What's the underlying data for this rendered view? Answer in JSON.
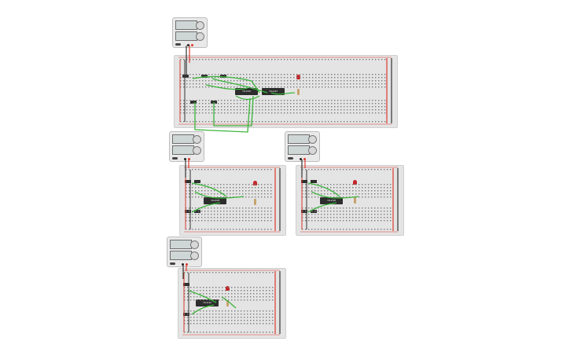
{
  "canvas": {
    "background": "#ffffff",
    "breadboard_color": "#e4e4e4",
    "rail_red": "#d93a2e",
    "rail_black": "#333333",
    "wire_green": "#3cb43c",
    "led_red": "#c4282a"
  },
  "circuits": [
    {
      "id": "circuit-1",
      "supply": {
        "lcd_icon": "lcd-display-icon",
        "knob_icon": "knob-icon"
      },
      "chips": [
        {
          "label": "74HC00"
        },
        {
          "label": "74HC32"
        }
      ],
      "has_led": true
    },
    {
      "id": "circuit-2",
      "supply": {
        "lcd_icon": "lcd-display-icon",
        "knob_icon": "knob-icon"
      },
      "chips": [
        {
          "label": "74HC08"
        }
      ],
      "has_led": true
    },
    {
      "id": "circuit-3",
      "supply": {
        "lcd_icon": "lcd-display-icon",
        "knob_icon": "knob-icon"
      },
      "chips": [
        {
          "label": "74HC08"
        }
      ],
      "has_led": true
    },
    {
      "id": "circuit-4",
      "supply": {
        "lcd_icon": "lcd-display-icon",
        "knob_icon": "knob-icon"
      },
      "chips": [
        {
          "label": "74HC32"
        }
      ],
      "has_led": true
    }
  ]
}
